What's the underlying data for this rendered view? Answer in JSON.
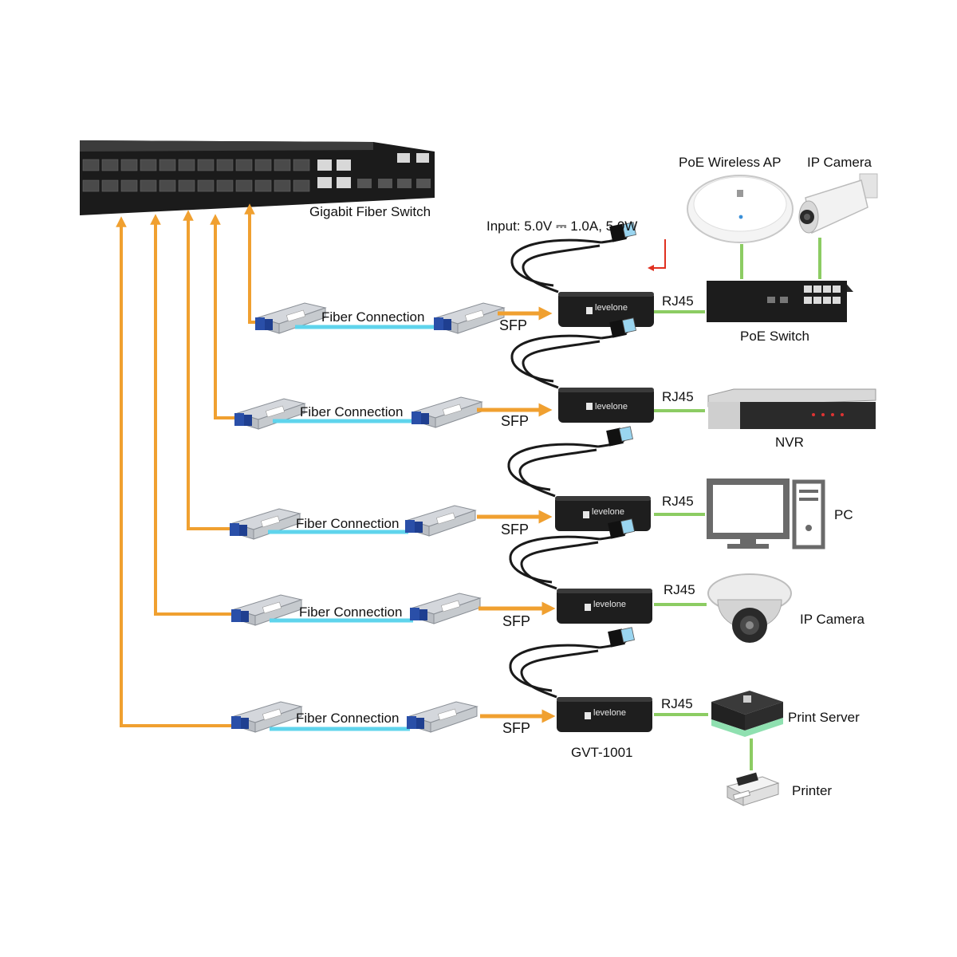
{
  "switch_label": "Gigabit Fiber Switch",
  "power_label": "Input: 5.0V ⎓ 1.0A, 5.0W",
  "model_label": "GVT-1001",
  "brand": "levelone",
  "colors": {
    "fiber_arrow": "#f0a030",
    "fiber_cable": "#5fd4ec",
    "ethernet": "#8ccc63",
    "power_arrow": "#e03020",
    "device_dark": "#1e1e1e"
  },
  "rows": [
    {
      "fiber_label": "Fiber Connection",
      "sfp_label": "SFP",
      "rj45_label": "RJ45",
      "device_label": "PoE Switch",
      "device_icon": "poe-switch-icon"
    },
    {
      "fiber_label": "Fiber Connection",
      "sfp_label": "SFP",
      "rj45_label": "RJ45",
      "device_label": "NVR",
      "device_icon": "nvr-icon"
    },
    {
      "fiber_label": "Fiber Connection",
      "sfp_label": "SFP",
      "rj45_label": "RJ45",
      "device_label": "PC",
      "device_icon": "pc-icon"
    },
    {
      "fiber_label": "Fiber Connection",
      "sfp_label": "SFP",
      "rj45_label": "RJ45",
      "device_label": "IP Camera",
      "device_icon": "dome-camera-icon"
    },
    {
      "fiber_label": "Fiber Connection",
      "sfp_label": "SFP",
      "rj45_label": "RJ45",
      "device_label": "Print Server",
      "device_icon": "print-server-icon"
    }
  ],
  "extra_devices": {
    "ap_label": "PoE Wireless AP",
    "bullet_camera_label": "IP Camera",
    "printer_label": "Printer"
  }
}
